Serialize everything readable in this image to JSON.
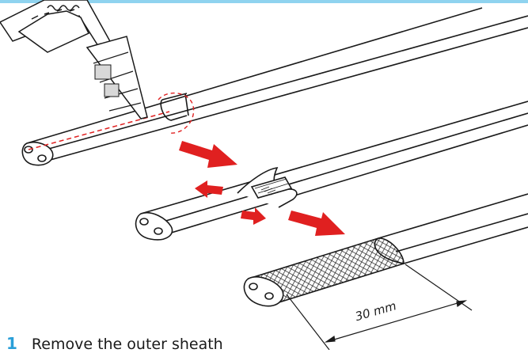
{
  "header": {
    "accent_color": "#8fd3ef"
  },
  "step": {
    "number": "1",
    "text": "Remove the outer sheath"
  },
  "dimension": {
    "label": "30 mm"
  },
  "colors": {
    "arrow": "#e02020",
    "cut_line": "#e02020",
    "ink": "#1a1a1a",
    "step_number": "#2a9fd8"
  },
  "icons": [
    "utility-knife-icon",
    "cut-direction-arrow-icon",
    "peel-arrow-icon"
  ]
}
